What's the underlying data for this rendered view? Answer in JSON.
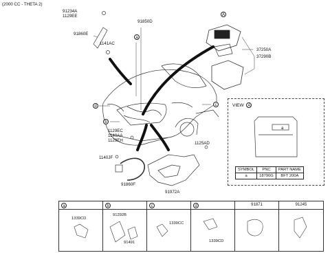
{
  "header": {
    "caption": "(2000 CC - THETA 2)"
  },
  "callouts": {
    "p91234A": "91234A",
    "p1129EE_top": "1129EE",
    "p91860E": "91860E",
    "p1141AC": "1141AC",
    "p91850D": "91850D",
    "p37250A": "37250A",
    "p37290B": "37290B",
    "p1129EC": "1129EC",
    "p1140AA": "1140AA",
    "p1129EH": "1129EH",
    "p1125AD": "1125AD",
    "p1140JF": "1140JF",
    "p91860F": "91860F",
    "p91972A": "91972A"
  },
  "markers": {
    "A": "A",
    "a": "a",
    "b": "b",
    "c": "c",
    "d": "d"
  },
  "view": {
    "title": "VIEW",
    "ref": "A",
    "label_a": "a",
    "table": {
      "headers": [
        "SYMBOL",
        "PNC",
        "PART NAME"
      ],
      "rows": [
        [
          "a",
          "18790G",
          "BFT 200A"
        ]
      ]
    }
  },
  "bottom": {
    "cells": [
      {
        "tag": "a",
        "parts": [
          "1339CD"
        ]
      },
      {
        "tag": "b",
        "parts": [
          "91292B",
          "91491"
        ]
      },
      {
        "tag": "c",
        "parts": [
          "1339CC"
        ]
      },
      {
        "tag": "d",
        "parts": [
          "1339CD"
        ]
      },
      {
        "number": "91871"
      },
      {
        "number": "91245"
      }
    ]
  }
}
